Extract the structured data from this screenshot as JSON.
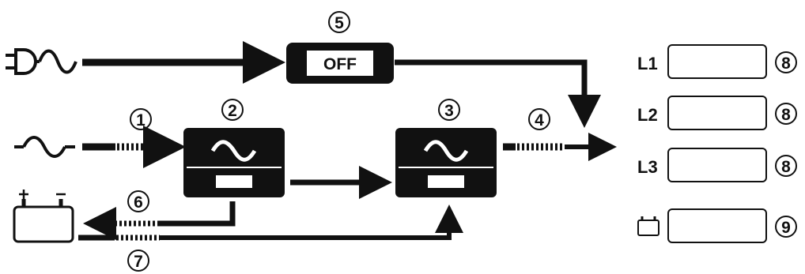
{
  "diagram": {
    "bypass_switch": {
      "number": "5",
      "state_label": "OFF"
    },
    "input_dotted": {
      "number": "1"
    },
    "rectifier": {
      "number": "2"
    },
    "inverter": {
      "number": "3"
    },
    "output_dotted": {
      "number": "4"
    },
    "battery_charge_path": {
      "number": "6"
    },
    "battery_discharge_path": {
      "number": "7"
    },
    "loads": [
      {
        "label": "L1",
        "number": "8"
      },
      {
        "label": "L2",
        "number": "8"
      },
      {
        "label": "L3",
        "number": "8"
      }
    ],
    "battery_indicator": {
      "number": "9"
    },
    "icons": {
      "bypass_input": "plug-ac-icon",
      "mains_input": "ac-wave-icon",
      "battery": "battery-icon",
      "battery_small": "battery-small-icon"
    },
    "colors": {
      "ink": "#111111",
      "background": "#ffffff"
    }
  }
}
